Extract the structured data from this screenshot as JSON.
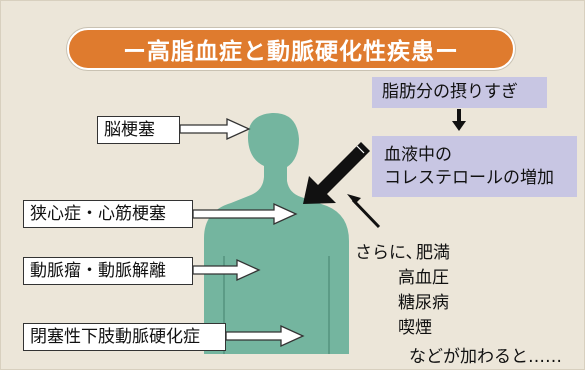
{
  "title": "ー高脂血症と動脈硬化性疾患ー",
  "labels": {
    "brain": "脳梗塞",
    "heart": "狭心症・心筋梗塞",
    "aorta": "動脈瘤・動脈解離",
    "legs": "閉塞性下肢動脈硬化症"
  },
  "causes": {
    "fat_intake": "脂肪分の摂りすぎ",
    "cholesterol_line1": "血液中の",
    "cholesterol_line2": "コレステロールの増加"
  },
  "additional_factors": {
    "intro": "さらに、",
    "items": [
      "肥満",
      "高血圧",
      "糖尿病",
      "喫煙"
    ],
    "closing": "などが加わると……"
  },
  "colors": {
    "background": "#ece6d9",
    "title_pill": "#df7b2e",
    "body_silhouette": "#74b59f",
    "cause_box": "#c8c6e3"
  },
  "icons": {
    "pen": "pen-icon"
  }
}
